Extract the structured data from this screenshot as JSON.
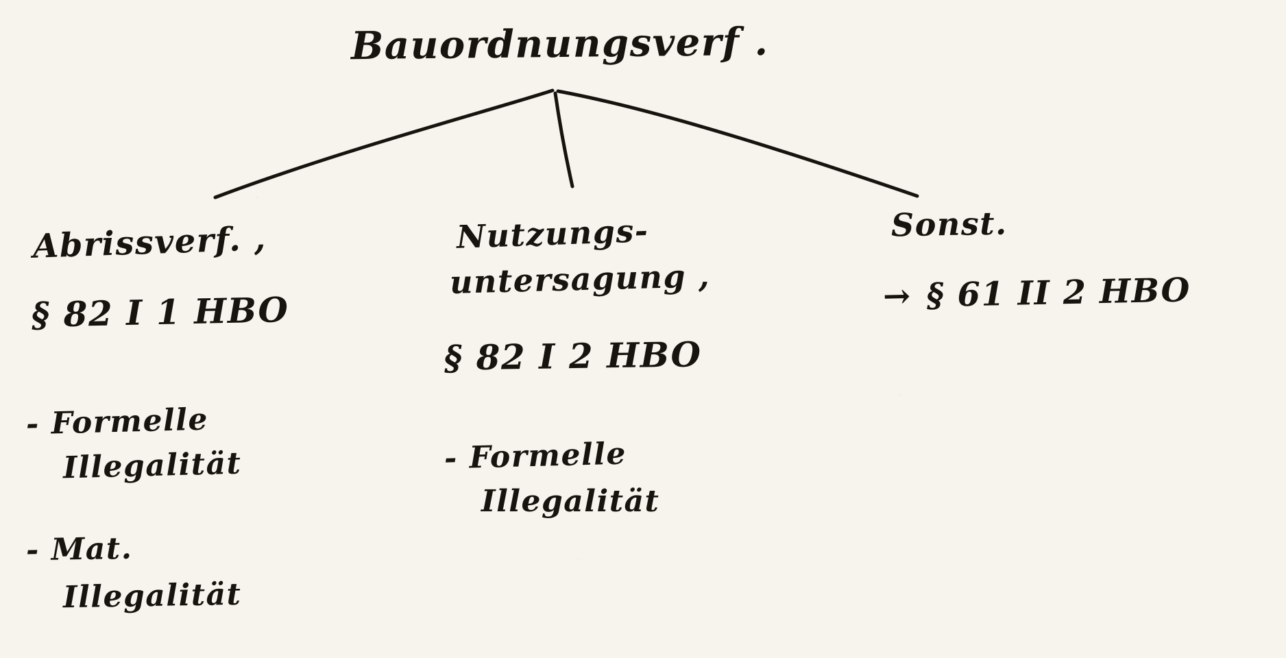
{
  "colors": {
    "paper": "#f6f4ed",
    "ink": "#17130e"
  },
  "diagram": {
    "title": "Bauordnungsverf .",
    "branches": {
      "left": {
        "heading": "Abrissverf. ,",
        "statute": "§ 82 I 1 HBO",
        "bullets": [
          {
            "line1": "- Formelle",
            "line2": "Illegalität"
          },
          {
            "line1": "- Mat.",
            "line2": "Illegalität"
          }
        ]
      },
      "middle": {
        "heading_line1": "Nutzungs-",
        "heading_line2": "untersagung ,",
        "statute": "§ 82 I 2 HBO",
        "bullets": [
          {
            "line1": "- Formelle",
            "line2": "Illegalität"
          }
        ]
      },
      "right": {
        "heading": "Sonst.",
        "arrow": "→",
        "statute": "§ 61 II 2 HBO"
      }
    }
  }
}
